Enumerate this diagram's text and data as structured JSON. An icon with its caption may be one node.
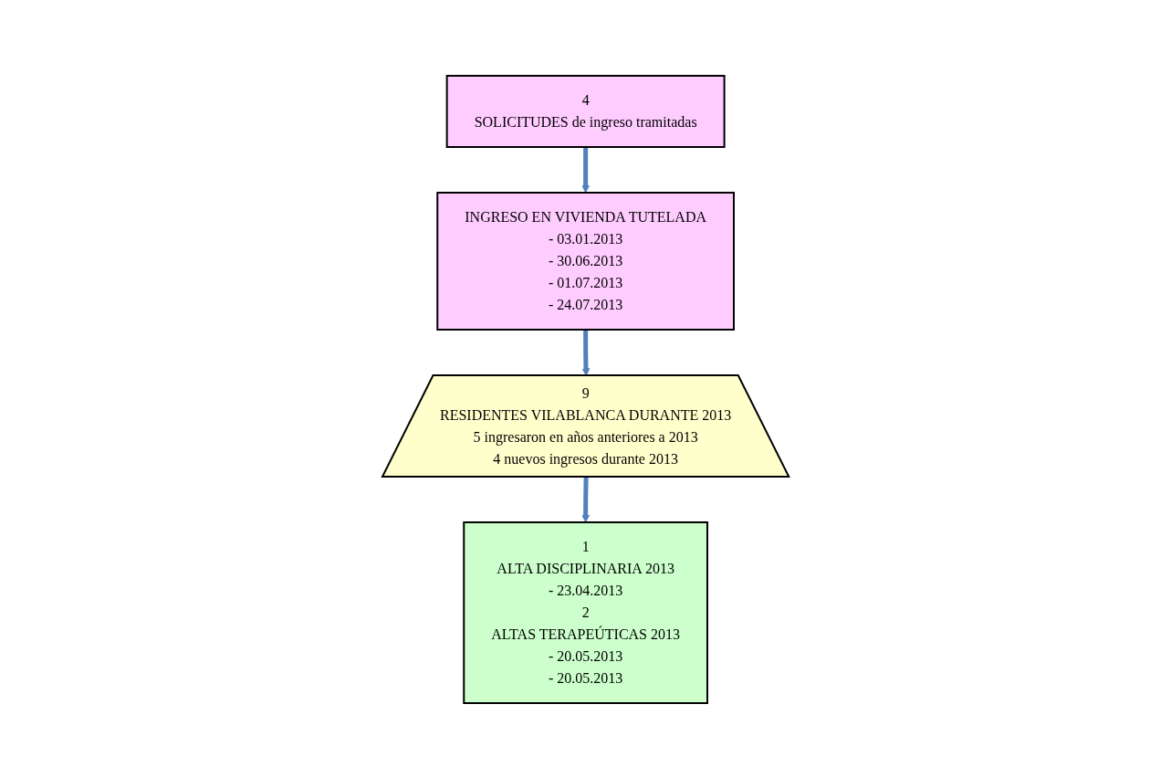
{
  "diagram": {
    "nodes": [
      {
        "text": [
          "4",
          "SOLICITUDES de ingreso tramitadas"
        ]
      },
      {
        "text": [
          "INGRESO EN VIVIENDA TUTELADA",
          "- 03.01.2013",
          "- 30.06.2013",
          "- 01.07.2013",
          "- 24.07.2013"
        ]
      },
      {
        "text": [
          "9",
          "RESIDENTES VILABLANCA DURANTE 2013",
          "5 ingresaron en años anteriores a 2013",
          "4 nuevos ingresos durante 2013"
        ]
      },
      {
        "text": [
          "1",
          "ALTA DISCIPLINARIA 2013",
          "- 23.04.2013",
          "2",
          "ALTAS TERAPEÚTICAS 2013",
          "- 20.05.2013",
          "- 20.05.2013"
        ]
      }
    ],
    "edges": [
      {
        "from": 0,
        "to": 1,
        "arrow": "to"
      },
      {
        "from": 1,
        "to": 2,
        "arrow": "to"
      },
      {
        "from": 2,
        "to": 3,
        "arrow": "to"
      }
    ]
  }
}
